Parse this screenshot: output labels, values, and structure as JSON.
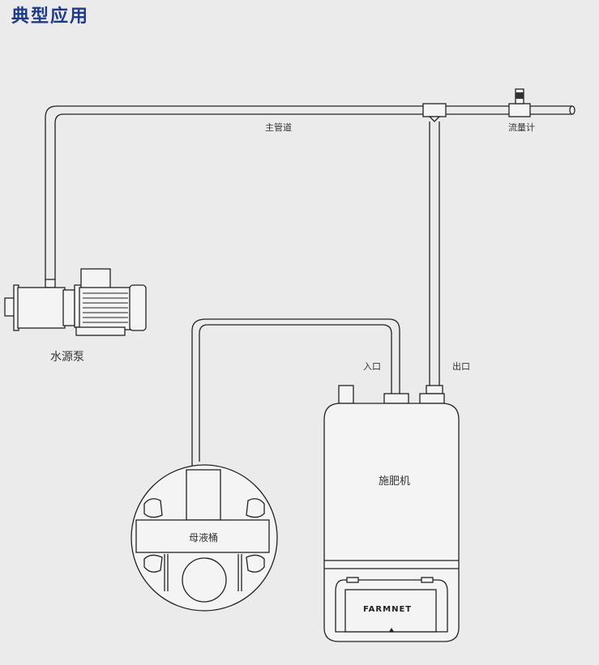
{
  "title": "典型应用",
  "labels": {
    "main_pipe": "主管道",
    "flow_meter": "流量计",
    "water_pump": "水源泵",
    "inlet": "入口",
    "outlet": "出口",
    "fertilizer_machine": "施肥机",
    "stock_tank": "母液桶"
  },
  "logo": "FARMNET",
  "colors": {
    "title": "#1d3a8c",
    "background": "#ebebeb"
  }
}
